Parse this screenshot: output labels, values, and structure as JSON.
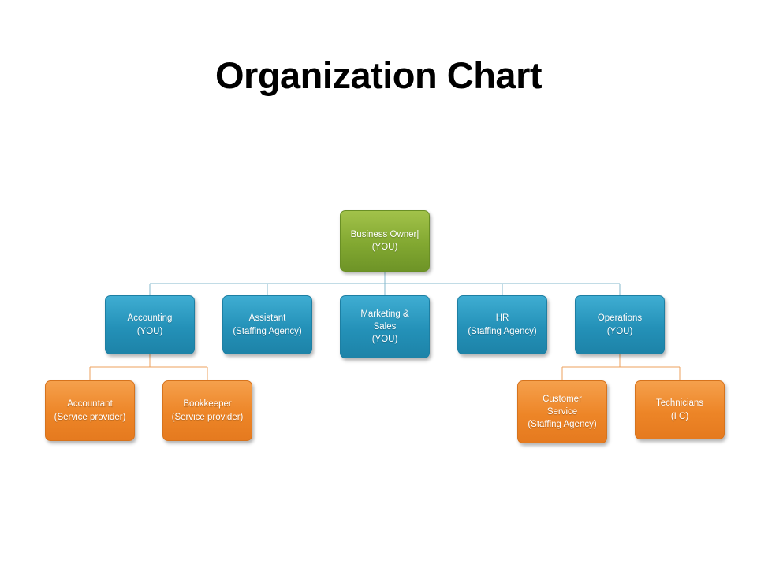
{
  "title": "Organization Chart",
  "org": {
    "root": {
      "name": "Business Owner|",
      "sub": "(YOU)"
    },
    "level2": [
      {
        "name": "Accounting",
        "sub": "(YOU)"
      },
      {
        "name": "Assistant",
        "sub": "(Staffing Agency)"
      },
      {
        "name": "Marketing &\nSales",
        "sub": "(YOU)"
      },
      {
        "name": "HR",
        "sub": "(Staffing Agency)"
      },
      {
        "name": "Operations",
        "sub": "(YOU)"
      }
    ],
    "level3": [
      {
        "name": "Accountant",
        "sub": "(Service provider)"
      },
      {
        "name": "Bookkeeper",
        "sub": "(Service provider)"
      },
      {
        "name": "Customer\nService",
        "sub": "(Staffing Agency)"
      },
      {
        "name": "Technicians",
        "sub": "(I C)"
      }
    ]
  },
  "colors": {
    "root_fill": "#82a831",
    "level2_fill": "#2491b8",
    "level3_fill": "#ed8527",
    "connector_blue": "#85b8cc",
    "connector_orange": "#eda15c"
  }
}
